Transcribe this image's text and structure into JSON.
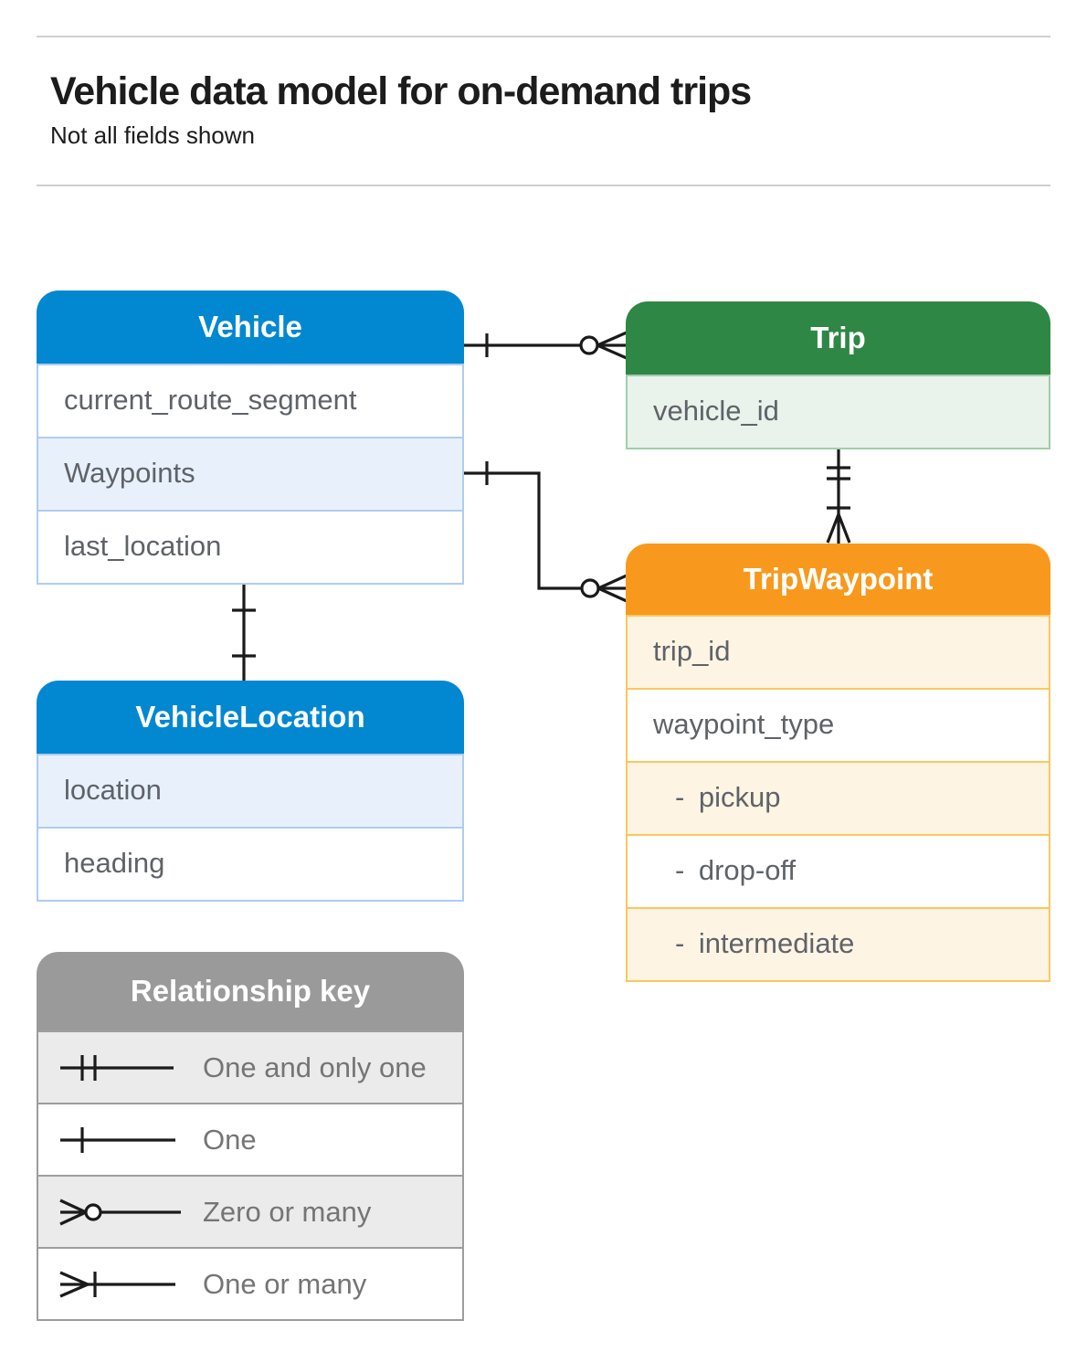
{
  "header": {
    "title": "Vehicle data model for on-demand trips",
    "subtitle": "Not all fields shown"
  },
  "entities": {
    "vehicle": {
      "name": "Vehicle",
      "theme_color": "#0288d1",
      "fields": [
        {
          "label": "current_route_segment",
          "highlighted": false
        },
        {
          "label": "Waypoints",
          "highlighted": true
        },
        {
          "label": "last_location",
          "highlighted": false
        }
      ]
    },
    "trip": {
      "name": "Trip",
      "theme_color": "#2e8745",
      "fields": [
        {
          "label": "vehicle_id",
          "highlighted": true
        }
      ]
    },
    "trip_waypoint": {
      "name": "TripWaypoint",
      "theme_color": "#f8991d",
      "fields": [
        {
          "label": "trip_id",
          "highlighted": true
        },
        {
          "label": "waypoint_type",
          "highlighted": false
        },
        {
          "label": "- pickup",
          "highlighted": true,
          "indented": true
        },
        {
          "label": "- drop-off",
          "highlighted": false,
          "indented": true
        },
        {
          "label": "- intermediate",
          "highlighted": true,
          "indented": true
        }
      ]
    },
    "vehicle_location": {
      "name": "VehicleLocation",
      "theme_color": "#0288d1",
      "fields": [
        {
          "label": "location",
          "highlighted": true
        },
        {
          "label": "heading",
          "highlighted": false
        }
      ]
    }
  },
  "relationships": [
    {
      "from": "Vehicle",
      "to": "Trip",
      "from_cardinality": "one",
      "to_cardinality": "zero-or-many"
    },
    {
      "from": "Vehicle.Waypoints",
      "to": "TripWaypoint",
      "from_cardinality": "one",
      "to_cardinality": "zero-or-many"
    },
    {
      "from": "Trip",
      "to": "TripWaypoint",
      "from_cardinality": "one-and-only-one",
      "to_cardinality": "one-or-many"
    },
    {
      "from": "Vehicle",
      "to": "VehicleLocation",
      "from_cardinality": "one",
      "to_cardinality": "one"
    }
  ],
  "legend": {
    "title": "Relationship key",
    "theme_color": "#9a9a9a",
    "items": [
      {
        "symbol": "one-and-only-one",
        "label": "One and only one"
      },
      {
        "symbol": "one",
        "label": "One"
      },
      {
        "symbol": "zero-or-many",
        "label": "Zero or many"
      },
      {
        "symbol": "one-or-many",
        "label": "One or many"
      }
    ]
  }
}
